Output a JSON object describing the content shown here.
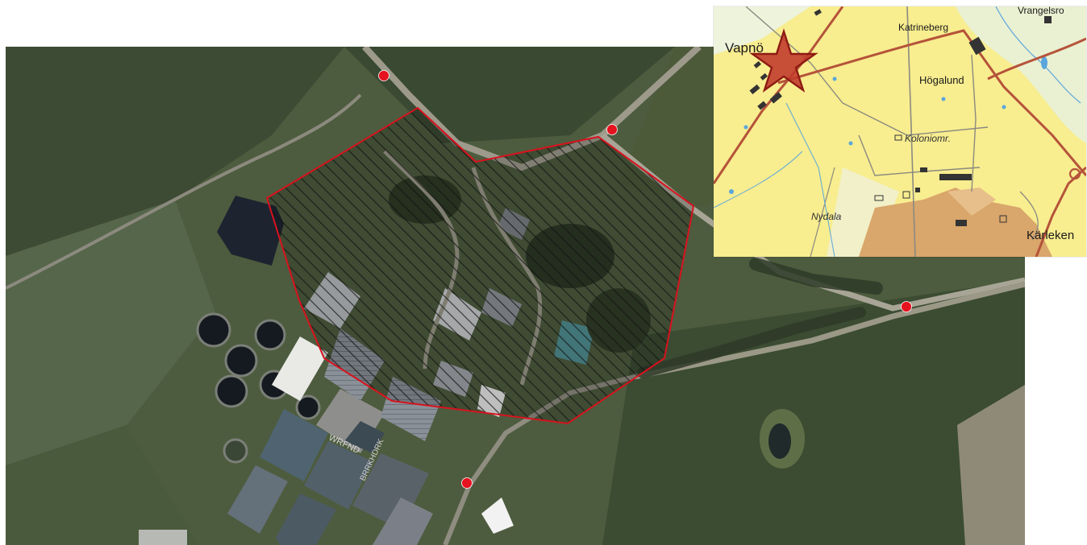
{
  "colors": {
    "boundary": "#d8121e",
    "marker": "#e5131f",
    "star_fill": "#c0392b",
    "star_stroke": "#8e1b12",
    "map_land": "#f8ed8f",
    "map_road": "#b5533a"
  },
  "aerial": {
    "area_hatch": "diagonal-hatch",
    "building_label_1": "WRFND",
    "building_label_2": "BRRKHDRK",
    "markers": [
      {
        "name": "marker-north"
      },
      {
        "name": "marker-north-east"
      },
      {
        "name": "marker-east"
      },
      {
        "name": "marker-south"
      }
    ]
  },
  "inset_map": {
    "location_symbol": "star-icon",
    "places": {
      "vapno": "Vapnö",
      "katrineberg": "Katrineberg",
      "vrangelsro": "Vrangelsro",
      "hogalund": "Högalund",
      "koloniomr": "Koloniomr.",
      "nydala": "Nydala",
      "karleken": "Kärleken"
    }
  }
}
